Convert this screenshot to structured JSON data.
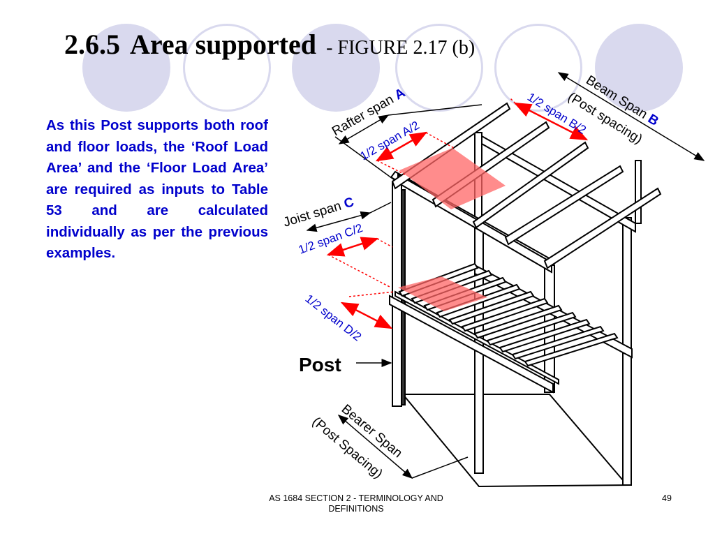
{
  "slide": {
    "title_number": "2.6.5",
    "title_main": "Area supported",
    "title_sub": "- FIGURE 2.17 (b)",
    "body_text": "As this  Post supports both roof and floor loads, the ‘Roof Load Area’ and the ‘Floor Load Area’ are required as inputs to Table 53 and are calculated individually as per the previous examples.",
    "footer": "AS 1684  SECTION 2 - TERMINOLOGY AND DEFINITIONS",
    "page_number": "49"
  },
  "figure": {
    "labels": {
      "rafter_span": "Rafter span ",
      "rafter_letter": "A",
      "half_a": "1/2 span A/2",
      "beam_span": "Beam Span ",
      "beam_letter": "B",
      "post_spacing": "(Post spacing)",
      "half_b": "1/2 span B/2",
      "joist_span": "Joist span ",
      "joist_letter": "C",
      "half_c": "1/2 span C/2",
      "half_d": "1/2 span D/2",
      "post": "Post",
      "bearer_span": "Bearer Span",
      "bearer_spacing": "(Post Spacing)"
    },
    "colors": {
      "label_blue": "#0000cc",
      "dimension_red": "#ff0000",
      "load_area_fill": "#ff6666",
      "decor_circle": "#d9d9ee"
    }
  }
}
